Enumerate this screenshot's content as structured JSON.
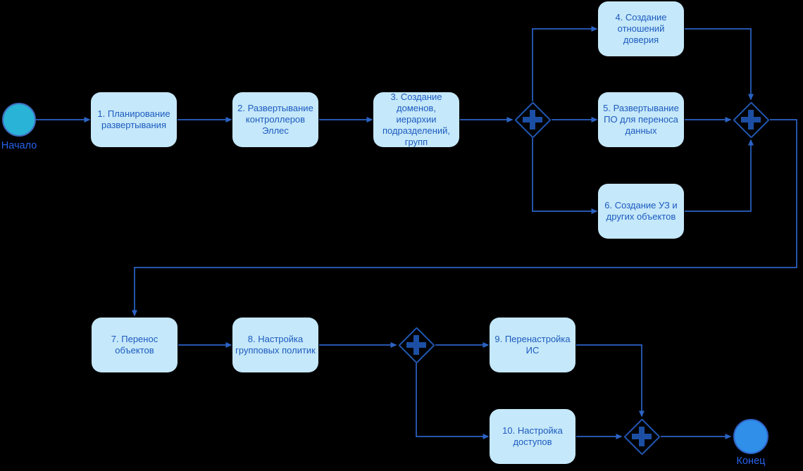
{
  "diagram": {
    "title": "Deployment process flow (BPMN)",
    "background_color": "#000000",
    "colors": {
      "connector": "#2B63C4",
      "gateway_border": "#2257B2",
      "gateway_plus": "#1C4FA4",
      "task_fill": "#C5E8FA",
      "task_text": "#1D5BBF",
      "start_event_fill": "#29B3D7",
      "start_event_border": "#3F6EC0",
      "end_event_fill": "#2F8FE9",
      "end_event_border": "#2F62C5",
      "event_label_text": "#2563EB"
    },
    "start_event": {
      "label": "Начало"
    },
    "end_event": {
      "label": "Конец"
    },
    "tasks": [
      {
        "id": 1,
        "label": "1. Планирование развертывания"
      },
      {
        "id": 2,
        "label": "2. Развертывание контроллеров Эллес"
      },
      {
        "id": 3,
        "label": "3. Создание доменов, иерархии подразделений, групп"
      },
      {
        "id": 4,
        "label": "4. Создание отношений доверия"
      },
      {
        "id": 5,
        "label": "5. Развертывание ПО для переноса данных"
      },
      {
        "id": 6,
        "label": "6. Создание УЗ и других объектов"
      },
      {
        "id": 7,
        "label": "7. Перенос объектов"
      },
      {
        "id": 8,
        "label": "8. Настройка групповых политик"
      },
      {
        "id": 9,
        "label": "9. Перенастройка ИС"
      },
      {
        "id": 10,
        "label": "10. Настройка доступов"
      }
    ],
    "gateways": [
      {
        "id": "gateway-1",
        "type": "parallel",
        "symbol": "plus"
      },
      {
        "id": "gateway-2",
        "type": "parallel",
        "symbol": "plus"
      },
      {
        "id": "gateway-3",
        "type": "parallel",
        "symbol": "plus"
      },
      {
        "id": "gateway-4",
        "type": "parallel",
        "symbol": "plus"
      }
    ],
    "flows": [
      "start → task1",
      "task1 → task2",
      "task2 → task3",
      "task3 → gateway1",
      "gateway1 → task4",
      "gateway1 → task5",
      "gateway1 → task6",
      "task4 → gateway2",
      "task5 → gateway2",
      "task6 → gateway2",
      "gateway2 → task7",
      "task7 → task8",
      "task8 → gateway3",
      "gateway3 → task9",
      "gateway3 → task10",
      "task9 → gateway4",
      "task10 → gateway4",
      "gateway4 → end"
    ]
  }
}
